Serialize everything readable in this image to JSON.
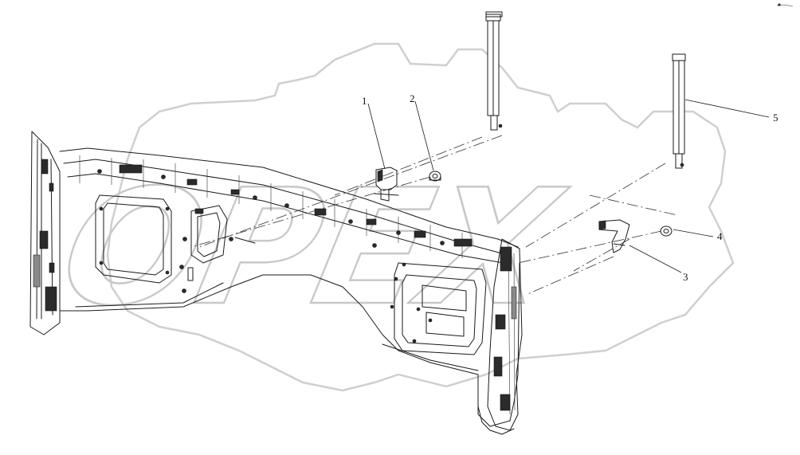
{
  "diagram": {
    "callouts": [
      {
        "id": "c1",
        "label": "1"
      },
      {
        "id": "c2",
        "label": "2"
      },
      {
        "id": "c3",
        "label": "3"
      },
      {
        "id": "c4",
        "label": "4"
      },
      {
        "id": "c5",
        "label": "5"
      }
    ],
    "watermark": {
      "text": "OPEX"
    }
  }
}
